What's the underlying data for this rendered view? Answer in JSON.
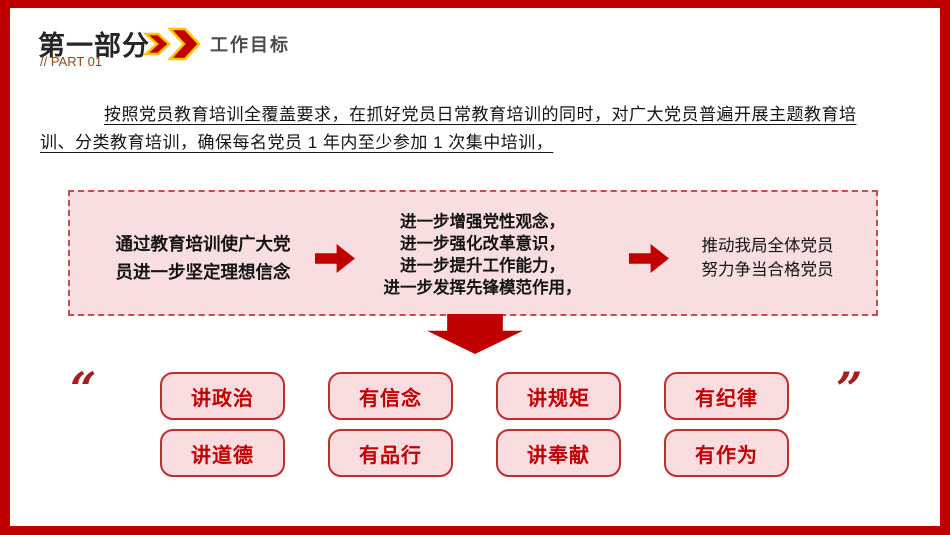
{
  "slide": {
    "header": {
      "section_title": "第一部分",
      "section_subtitle": "// PART 01",
      "page_title": "工作目标"
    },
    "intro": {
      "text": "按照党员教育培训全覆盖要求，在抓好党员日常教育培训的同时，对广大党员普遍开展主题教育培训、分类教育培训，确保每名党员 1 年内至少参加 1 次集中培训，"
    },
    "flow": {
      "left_lines": [
        "通过教育培训使广大党",
        "员进一步坚定理想信念"
      ],
      "middle_lines": [
        "进一步增强党性观念，",
        "进一步强化改革意识，",
        "进一步提升工作能力，",
        "进一步发挥先锋模范作用，"
      ],
      "right_lines": [
        "推动我局全体党员",
        "努力争当合格党员"
      ]
    },
    "tags": {
      "open_quote": "“",
      "close_quote": "”",
      "row1": [
        "讲政治",
        "有信念",
        "讲规矩",
        "有纪律"
      ],
      "row2": [
        "讲道德",
        "有品行",
        "讲奉献",
        "有作为"
      ]
    },
    "colors": {
      "frame_red": "#C00000",
      "panel_pink": "#F9DEE1",
      "panel_border": "#C0504D",
      "tag_fill": "#F9DCE0",
      "tag_border": "#BB2F2F",
      "chevron_gold": "#FFC000",
      "subtitle_brown": "#8C4A21",
      "page_title_gray": "#4D4D4D"
    }
  }
}
